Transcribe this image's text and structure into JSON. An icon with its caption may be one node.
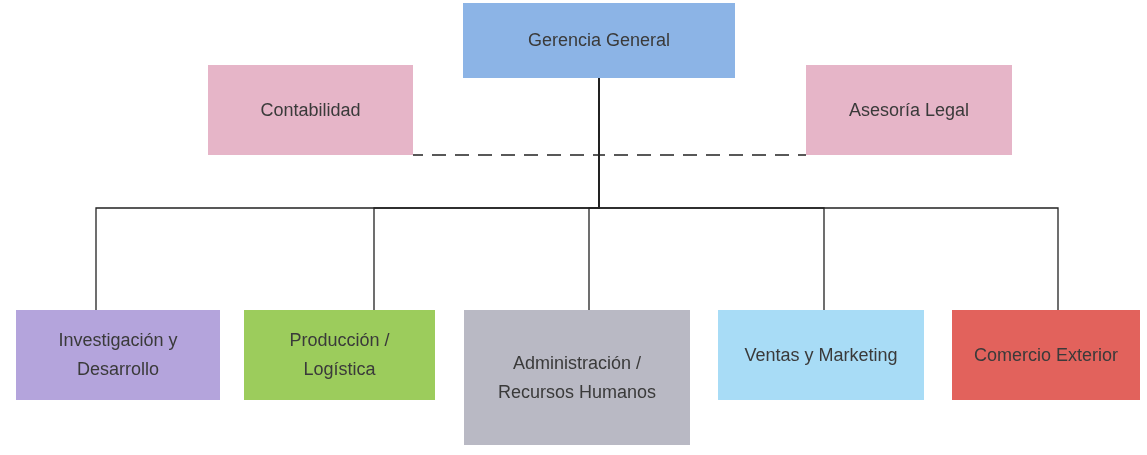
{
  "diagram": {
    "nodes": [
      {
        "text": [
          "Gerencia General"
        ]
      },
      {
        "text": [
          "Contabilidad"
        ]
      },
      {
        "text": [
          "Asesoría Legal"
        ]
      },
      {
        "text": [
          "Investigación y Desarrollo"
        ]
      },
      {
        "text": [
          "Producción / Logística"
        ]
      },
      {
        "text": [
          "Administración / Recursos Humanos"
        ]
      },
      {
        "text": [
          "Ventas y Marketing"
        ]
      },
      {
        "text": [
          "Comercio Exterior"
        ]
      }
    ],
    "edges": [
      {
        "from": 0,
        "to": 1,
        "arrow": "none",
        "style": "dashed"
      },
      {
        "from": 0,
        "to": 2,
        "arrow": "none",
        "style": "dashed"
      },
      {
        "from": 0,
        "to": 3,
        "arrow": "none"
      },
      {
        "from": 0,
        "to": 4,
        "arrow": "none"
      },
      {
        "from": 0,
        "to": 5,
        "arrow": "none"
      },
      {
        "from": 0,
        "to": 6,
        "arrow": "none"
      },
      {
        "from": 0,
        "to": 7,
        "arrow": "none"
      }
    ]
  }
}
